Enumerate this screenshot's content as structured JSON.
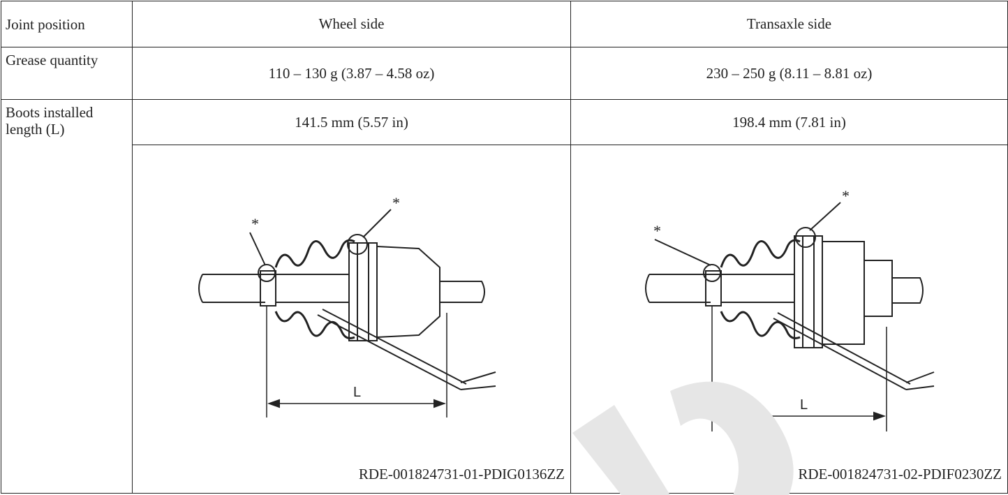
{
  "table": {
    "header": {
      "joint_position": "Joint position",
      "wheel_side": "Wheel side",
      "transaxle_side": "Transaxle side"
    },
    "grease": {
      "label": "Grease quantity",
      "wheel": "110 – 130 g (3.87 – 4.58 oz)",
      "transaxle": "230 – 250 g (8.11 – 8.81 oz)"
    },
    "boots": {
      "label": "Boots installed length (L)",
      "wheel": "141.5 mm (5.57 in)",
      "transaxle": "198.4 mm (7.81 in)"
    },
    "figures": {
      "wheel_code": "RDE-001824731-01-PDIG0136ZZ",
      "transaxle_code": "RDE-001824731-02-PDIF0230ZZ",
      "marker": "*",
      "dimension_label": "L"
    }
  }
}
